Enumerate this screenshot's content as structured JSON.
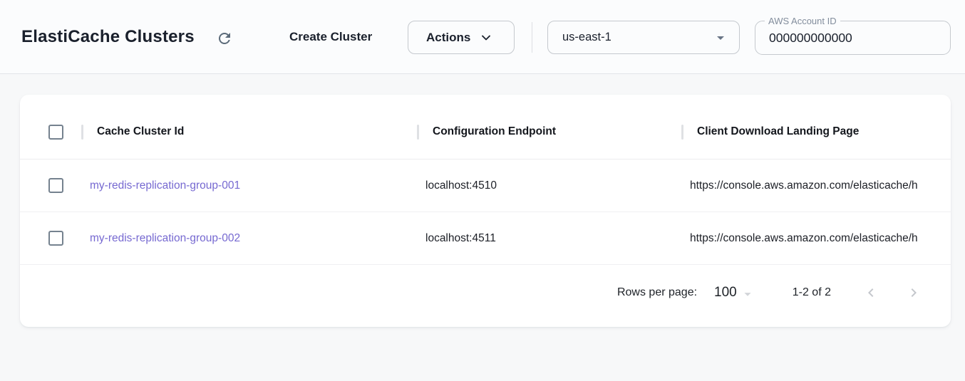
{
  "header": {
    "title": "ElastiCache Clusters",
    "create_cluster_label": "Create Cluster",
    "actions_label": "Actions",
    "region": "us-east-1",
    "account_label": "AWS Account ID",
    "account_value": "000000000000"
  },
  "table": {
    "columns": [
      "Cache Cluster Id",
      "Configuration Endpoint",
      "Client Download Landing Page"
    ],
    "rows": [
      {
        "cache_cluster_id": "my-redis-replication-group-001",
        "configuration_endpoint": "localhost:4510",
        "client_download_landing_page": "https://console.aws.amazon.com/elasticache/h"
      },
      {
        "cache_cluster_id": "my-redis-replication-group-002",
        "configuration_endpoint": "localhost:4511",
        "client_download_landing_page": "https://console.aws.amazon.com/elasticache/h"
      }
    ]
  },
  "pagination": {
    "rows_per_page_label": "Rows per page:",
    "rows_per_page_value": "100",
    "range_label": "1-2 of 2"
  },
  "icons": {
    "refresh": "circular-refresh-arrow",
    "actions_caret": "chevron-down",
    "region_caret": "triangle-down",
    "rows_per_page_caret": "triangle-down",
    "prev": "chevron-left",
    "next": "chevron-right"
  },
  "colors": {
    "link": "#7669d1",
    "icon_slate": "#5c6b7a",
    "topbar_bg": "#fbfcfd",
    "page_bg": "#f7f8f9",
    "card_bg": "#ffffff"
  }
}
